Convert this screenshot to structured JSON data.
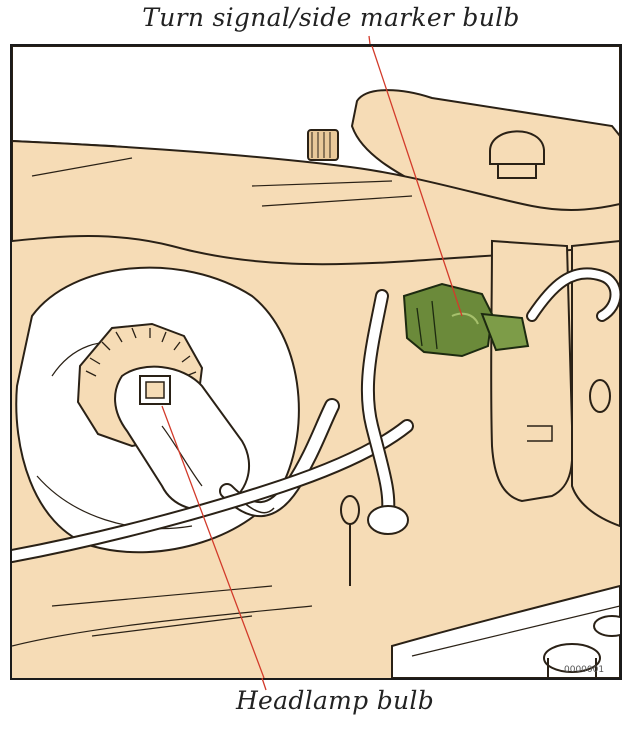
{
  "labels": {
    "turn_signal": "Turn signal/side marker bulb",
    "headlamp": "Headlamp bulb",
    "reference_code": "0000001"
  },
  "colors": {
    "body_panel": "#f6dcb6",
    "outline": "#2a2116",
    "connector_green": "#6b8a3a",
    "leader_line": "#d23a2a"
  }
}
